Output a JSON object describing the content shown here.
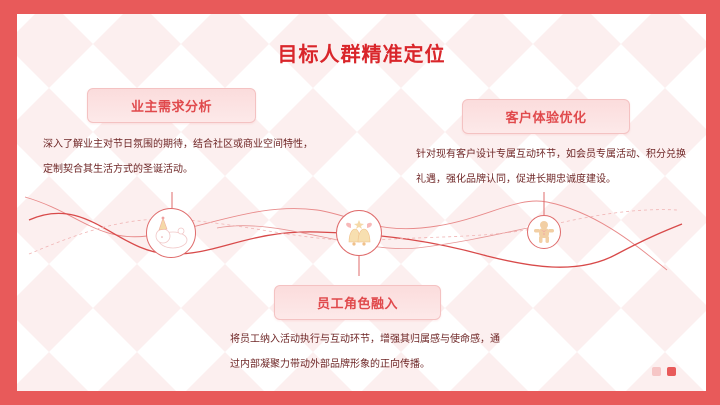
{
  "slide": {
    "title": "目标人群精准定位",
    "colors": {
      "frame": "#e85a5a",
      "title": "#d9262b",
      "label_text": "#e0494c",
      "body_text": "#6e2626",
      "line": "#df6b6b",
      "pattern": "#fcefef"
    },
    "sections": [
      {
        "label": "业主需求分析",
        "description": "深入了解业主对节日氛围的期待，结合社区或商业空间特性，定制契合其生活方式的圣诞活动。",
        "icon": "polar-bear-party-hat-icon"
      },
      {
        "label": "客户体验优化",
        "description": "针对现有客户设计专属互动环节，如会员专属活动、积分兑换礼遇，强化品牌认同，促进长期忠诚度建设。",
        "icon": "gingerbread-man-icon"
      },
      {
        "label": "员工角色融入",
        "description": "将员工纳入活动执行与互动环节，增强其归属感与使命感，通过内部凝聚力带动外部品牌形象的正向传播。",
        "icon": "christmas-bells-icon"
      }
    ],
    "pager": {
      "dots": [
        {
          "color": "#f6c6c6",
          "active": false
        },
        {
          "color": "#e85a5a",
          "active": true
        }
      ]
    }
  }
}
